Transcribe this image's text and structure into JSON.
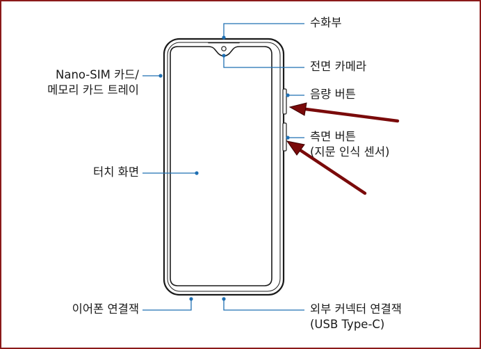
{
  "labels": {
    "receiver": "수화부",
    "front_camera": "전면 카메라",
    "volume_button": "음량 버튼",
    "side_button_line1": "측면 버튼",
    "side_button_line2": "(지문 인식 센서)",
    "sim_tray_line1": "Nano-SIM 카드/",
    "sim_tray_line2": "메모리 카드 트레이",
    "touch_screen": "터치 화면",
    "earphone_jack": "이어폰 연결잭",
    "external_connector_line1": "외부 커넥터 연결잭",
    "external_connector_line2": "(USB Type-C)"
  },
  "colors": {
    "border": "#8b1a1a",
    "leader_line": "#1f6fb2",
    "phone_outline": "#1a1a1a",
    "annotation_arrow": "#7a0a0a"
  }
}
